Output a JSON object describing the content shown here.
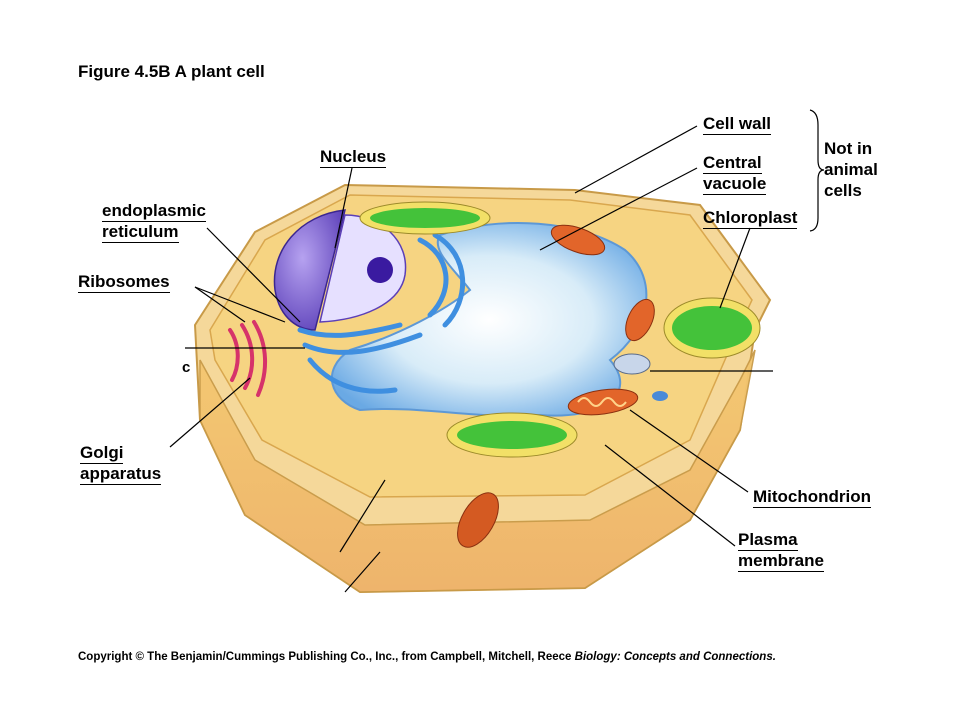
{
  "figure": {
    "title": "Figure 4.5B  A plant cell"
  },
  "labels": {
    "nucleus": "Nucleus",
    "er_line1": "endoplasmic",
    "er_line2": "reticulum",
    "ribosomes": "Ribosomes",
    "golgi_line1": "Golgi",
    "golgi_line2": "apparatus",
    "cell_wall": "Cell wall",
    "central_vacuole_line1": "Central",
    "central_vacuole_line2": "vacuole",
    "chloroplast": "Chloroplast",
    "not_in_line1": "Not in",
    "not_in_line2": "animal",
    "not_in_line3": "cells",
    "mitochondrion": "Mitochondrion",
    "plasma_line1": "Plasma",
    "plasma_line2": "membrane",
    "stray_c": "c"
  },
  "copyright": {
    "text": "Copyright © The Benjamin/Cummings Publishing Co., Inc., from Campbell, Mitchell, Reece",
    "book": "Biology: Concepts and Connections."
  },
  "colors": {
    "cell_wall": "#f3d08a",
    "cytoplasm": "#f7c36b",
    "vacuole": "#cfe8f7",
    "nucleus": "#7a5ad0",
    "chloroplast": "#44c23a",
    "mitochondrion": "#e2652a",
    "er": "#3f8fe0"
  }
}
